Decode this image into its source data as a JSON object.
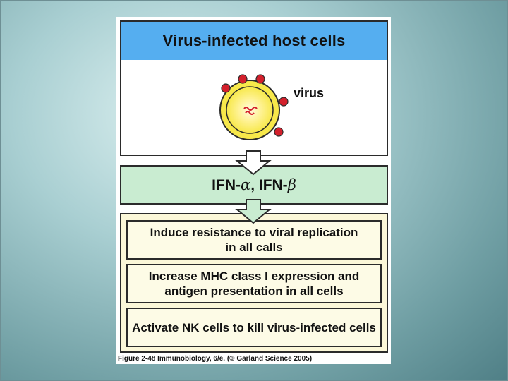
{
  "slide": {
    "figure": {
      "title": "Virus-infected host cells",
      "virus_label": "virus",
      "ifn_label": {
        "prefix": "IFN-",
        "alpha": "α",
        "sep": ",  IFN-",
        "beta": "β"
      },
      "effects": [
        "Induce resistance to viral replication\nin all calls",
        "Increase MHC class I expression and\nantigen presentation in all cells",
        "Activate NK cells to kill virus-infected cells"
      ],
      "caption": "Figure 2-48 Immunobiology, 6/e. (© Garland Science 2005)",
      "colors": {
        "title_bg": "#55aef0",
        "ifn_bg": "#c9ecd1",
        "effects_bg": "#fbf7d8",
        "cell_yellow": "#f7e84a",
        "virus_particle": "#d3202c"
      }
    }
  }
}
